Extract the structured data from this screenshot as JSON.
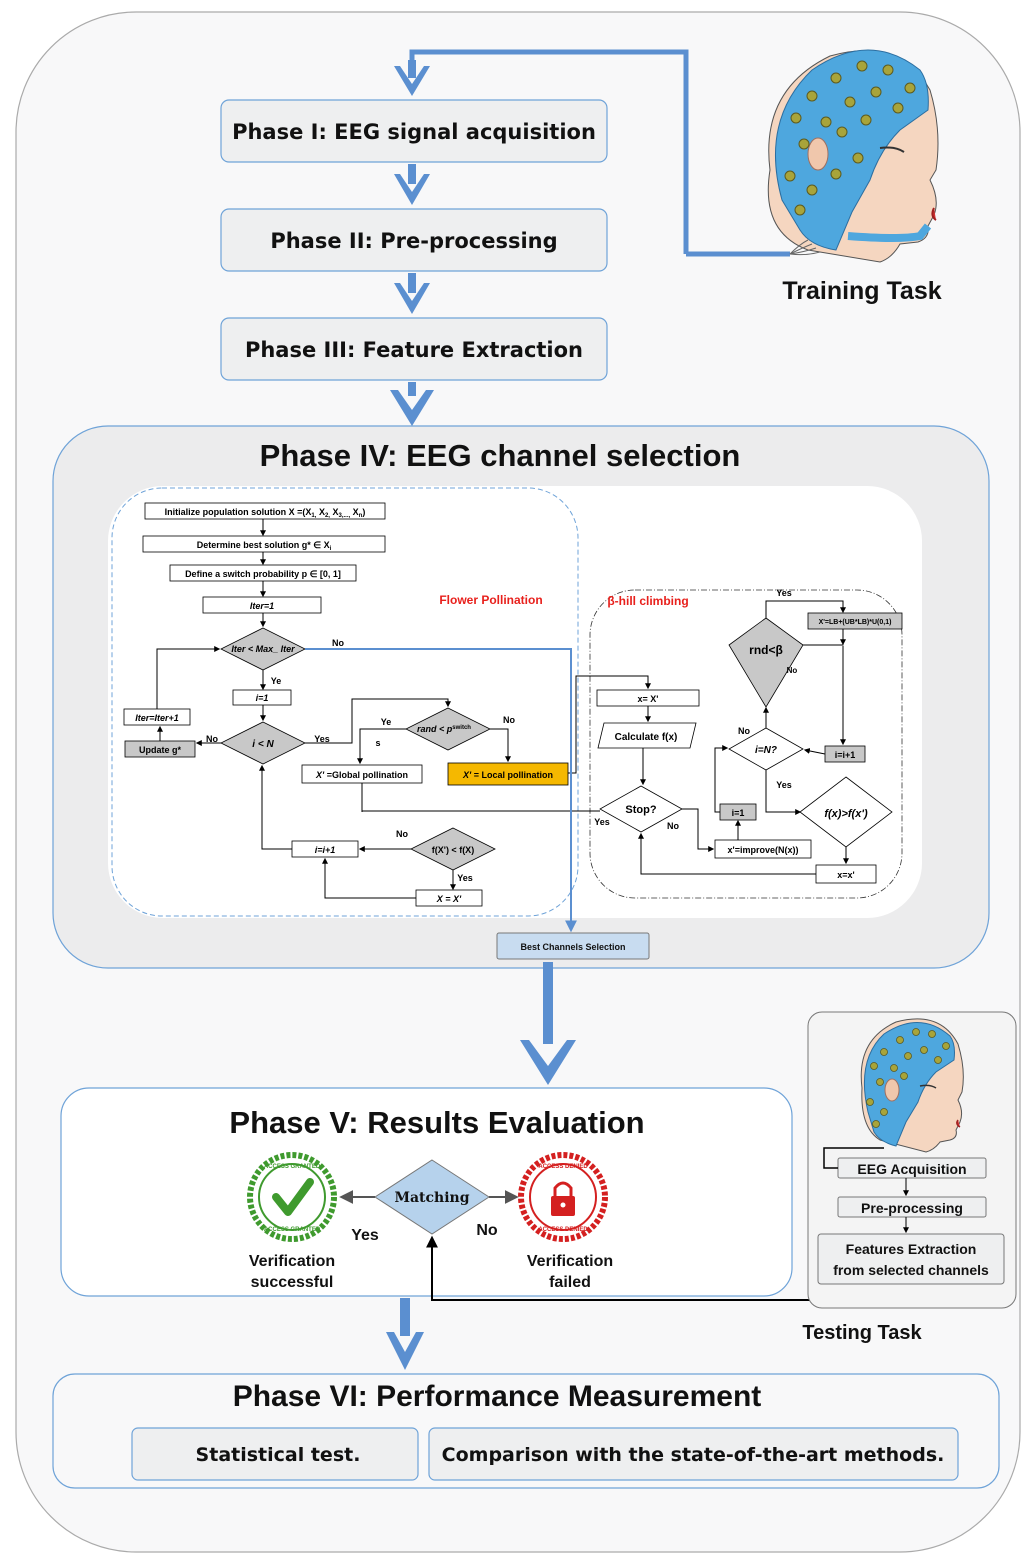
{
  "colors": {
    "arrow_blue": "#5b8fd0",
    "box_fill": "#eeeff0",
    "box_border": "#6fa3d8",
    "highlight": "#f5b800",
    "red_label": "#e8201c",
    "diamond_blue": "#b6d2ec",
    "grey_fill": "#c8c8c8"
  },
  "phases": {
    "p1": "Phase I: EEG signal acquisition",
    "p2": "Phase II: Pre-processing",
    "p3": "Phase III: Feature Extraction",
    "p4": "Phase IV: EEG channel selection",
    "p5": "Phase V: Results Evaluation",
    "p6": "Phase VI: Performance Measurement"
  },
  "training_task": "Training Task",
  "testing_task": "Testing Task",
  "fp": {
    "label": "Flower Pollination",
    "init": "Initialize population solution X =(X",
    "init_sub": [
      "1,",
      "2,",
      "3,...,",
      "n"
    ],
    "best": "Determine best solution g* ∈ X",
    "best_sub": "i",
    "switch": "Define a switch probability p ∈ [0, 1]",
    "iter1": "Iter=1",
    "cond_iter": "Iter < Max_ Iter",
    "no1": "No",
    "ye": "Ye",
    "i1": "i=1",
    "iter_inc": "Iter=Iter+1",
    "update": "Update g*",
    "no2": "No",
    "cond_i": "i < N",
    "yes1": "Yes",
    "ye2": "Ye",
    "s": "s",
    "rand": "rand < p",
    "rand_sup": "switch",
    "no3": "No",
    "global": "X'",
    "global_rest": " =Global pollination",
    "local": "X'",
    "local_rest": " = Local pollination",
    "cond_f": "f(X'",
    "cond_f_rest": ")  <  f(X",
    "no4": "No",
    "i_inc": "i=i+1",
    "yes2": "Yes",
    "assign": "X",
    "assign_rest": " = X'"
  },
  "bhc": {
    "label": "β-hill climbing",
    "x_assign": "x= X'",
    "calc": "Calculate f(x)",
    "stop": "Stop?",
    "yes_left": "Yes",
    "no_below": "No",
    "improve": "x'=improve(N(x))",
    "i1": "i=1",
    "cond_in": "i=N?",
    "no_left": "No",
    "yes_below": "Yes",
    "rnd": "rnd<β",
    "yes_top": "Yes",
    "no_right": "No",
    "formula": "X'",
    "formula_rest": "=LB",
    "formula_tail": "+(UB",
    "formula_tail2": "*LB",
    "formula_tail3": ")*U(0,1)",
    "i_inc": "i=i+1",
    "cond_f": "f(x)>f(x')",
    "x_update": "x=x'"
  },
  "best_channels": "Best Channels Selection",
  "eval": {
    "matching": "Matching",
    "yes": "Yes",
    "no": "No",
    "success": "Verification successful",
    "success_l1": "Verification",
    "success_l2": "successful",
    "failed_l1": "Verification",
    "failed_l2": "failed",
    "granted": "ACCESS GRANTED",
    "denied": "ACCESS DENIED"
  },
  "testing": {
    "acq": "EEG Acquisition",
    "pre": "Pre-processing",
    "feat_l1": "Features Extraction",
    "feat_l2": "from selected channels"
  },
  "perf": {
    "stat": "Statistical test.",
    "comp": "Comparison with the state-of-the-art methods."
  }
}
